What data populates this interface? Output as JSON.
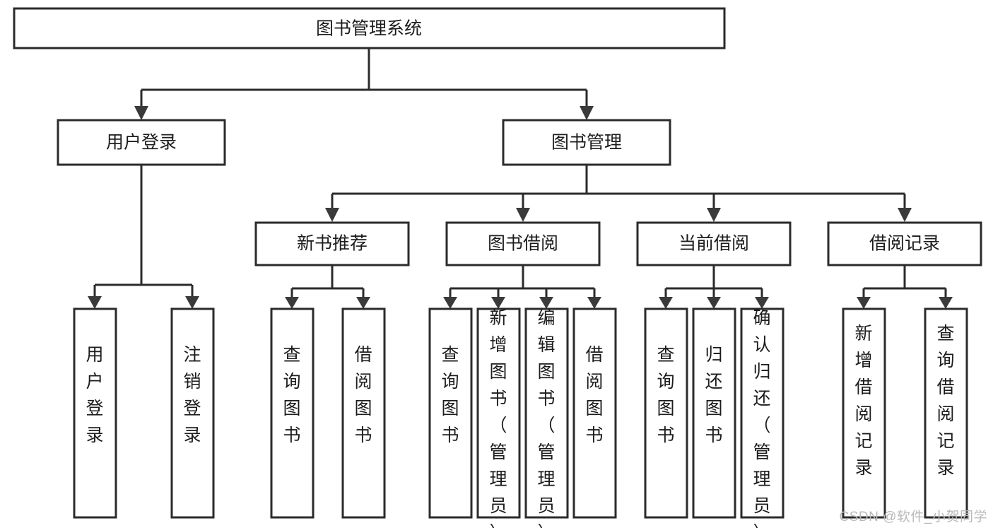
{
  "diagram": {
    "title": "图书管理系统",
    "type": "tree-hierarchy",
    "watermark": "CSDN @软件_小贺同学",
    "colors": {
      "box_stroke": "#2b2b2b",
      "box_fill": "#ffffff",
      "text": "#1c1c1c",
      "arrow": "#3a3a3a",
      "watermark": "#b9b9b9",
      "background": "#ffffff"
    },
    "root": {
      "label": "图书管理系统"
    },
    "level2": [
      {
        "label": "用户登录"
      },
      {
        "label": "图书管理"
      }
    ],
    "level3": [
      {
        "label": "新书推荐"
      },
      {
        "label": "图书借阅"
      },
      {
        "label": "当前借阅"
      },
      {
        "label": "借阅记录"
      }
    ],
    "leaves": {
      "user_login": [
        {
          "label": "用户登录"
        },
        {
          "label": "注销登录"
        }
      ],
      "new_book_recommend": [
        {
          "label": "查询图书"
        },
        {
          "label": "借阅图书"
        }
      ],
      "book_borrow": [
        {
          "label": "查询图书"
        },
        {
          "label": "新增图书（管理员）"
        },
        {
          "label": "编辑图书（管理员）"
        },
        {
          "label": "借阅图书"
        }
      ],
      "current_borrow": [
        {
          "label": "查询图书"
        },
        {
          "label": "归还图书"
        },
        {
          "label": "确认归还（管理员）"
        }
      ],
      "borrow_record": [
        {
          "label": "新增借阅记录"
        },
        {
          "label": "查询借阅记录"
        }
      ]
    }
  }
}
